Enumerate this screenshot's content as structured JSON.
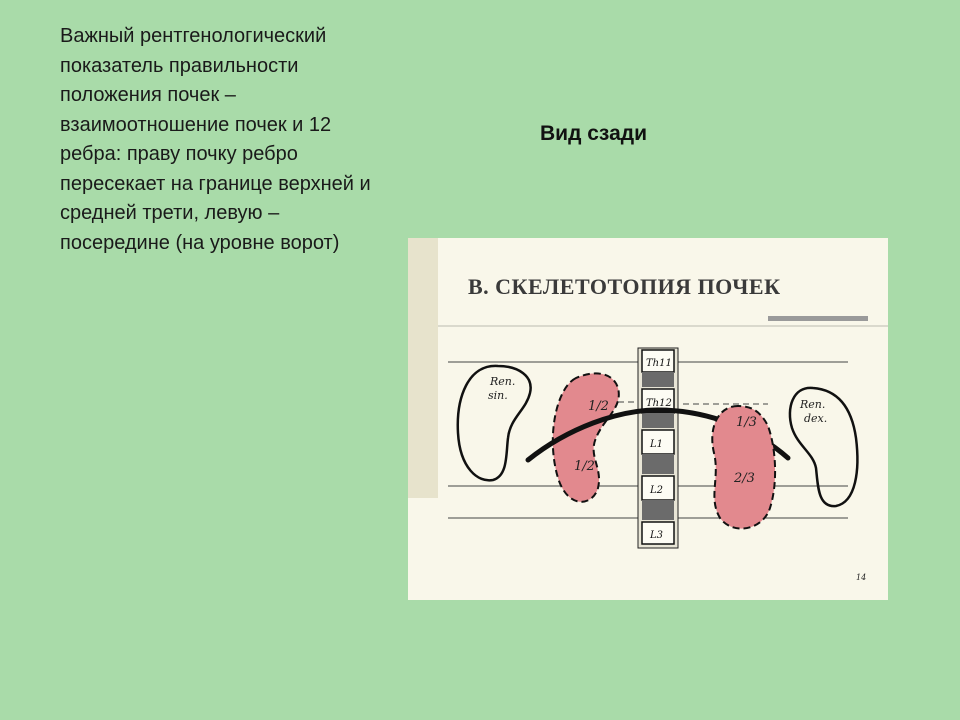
{
  "description_text": "Важный рентгенологический показатель правильности положения почек – взаимоотношение почек и 12 ребра: праву почку ребро пересекает на границе верхней и средней трети, левую – посередине (на уровне ворот)",
  "view_label": "Вид сзади",
  "figure": {
    "title": "В. СКЕЛЕТОТОПИЯ ПОЧЕК",
    "left_kidney_label_1": "Ren.",
    "left_kidney_label_2": "sin.",
    "right_kidney_label_1": "Ren.",
    "right_kidney_label_2": "dex.",
    "vertebrae": [
      "Th11",
      "Th12",
      "L1",
      "L2",
      "L3"
    ],
    "left_upper_fraction": "1/2",
    "left_lower_fraction": "1/2",
    "right_upper_fraction": "1/3",
    "right_lower_fraction": "2/3",
    "page_mark": "14"
  }
}
